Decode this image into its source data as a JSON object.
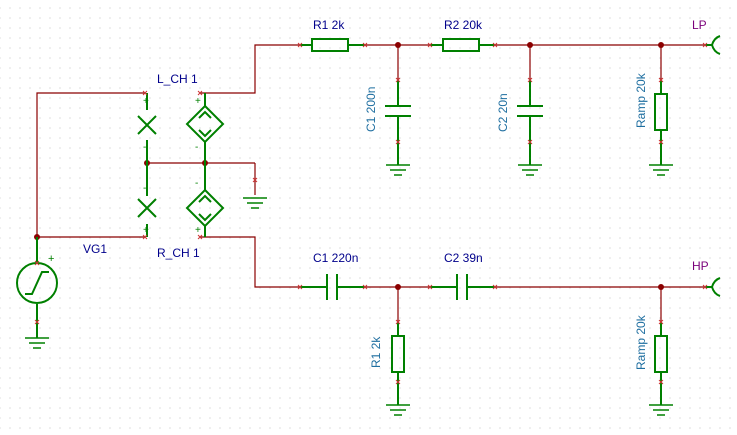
{
  "labels": {
    "r1_top": "R1 2k",
    "r2_top": "R2 20k",
    "lp": "LP",
    "c1_top": "C1 200n",
    "c2_top": "C2 20n",
    "ramp_top": "Ramp 20k",
    "lch1": "L_CH 1",
    "rch1": "R_CH 1",
    "vg1": "VG1",
    "c1_bot": "C1 220n",
    "c2_bot": "C2 39n",
    "hp": "HP",
    "r1_bot": "R1 2k",
    "ramp_bot": "Ramp 20k",
    "plus": "+",
    "minus": "-"
  },
  "colors": {
    "wire": "#8b0000",
    "component": "#008000",
    "label": "#00008b",
    "net_label": "#7a007a"
  }
}
